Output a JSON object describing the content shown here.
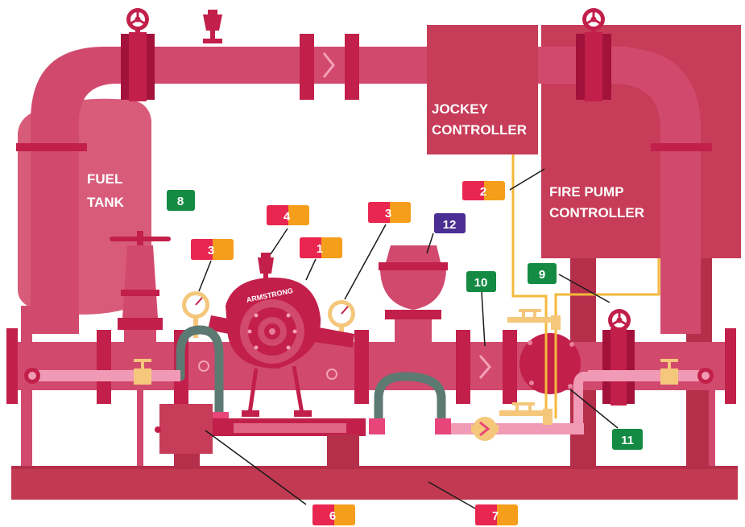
{
  "labels": {
    "jockey_controller": [
      "JOCKEY",
      "CONTROLLER"
    ],
    "fire_pump_controller": [
      "FIRE PUMP",
      "CONTROLLER"
    ],
    "fuel_tank": [
      "FUEL",
      "TANK"
    ],
    "pump_brand": "ARMSTRONG"
  },
  "badges": {
    "b1": "1",
    "b2": "2",
    "b3a": "3",
    "b3b": "3",
    "b4": "4",
    "b6": "6",
    "b7": "7",
    "b8": "8",
    "b9": "9",
    "b10": "10",
    "b11": "11",
    "b12": "12"
  },
  "colors": {
    "pipe": "#d14a6e",
    "pipe_dark": "#c0355a",
    "flange": "#c21f4b",
    "flange_dark": "#a3123a",
    "controller": "#c73c58",
    "controller_dark": "#b52f4b",
    "base": "#c23a52",
    "hose": "#5d7a72",
    "wire": "#f4b93a",
    "brass": "#f4c77b",
    "light_pipe": "#f19ab5",
    "badge_red": "#e8264f",
    "badge_orange": "#f59e1b",
    "badge_green": "#148a43",
    "badge_purple": "#4b2e93"
  }
}
